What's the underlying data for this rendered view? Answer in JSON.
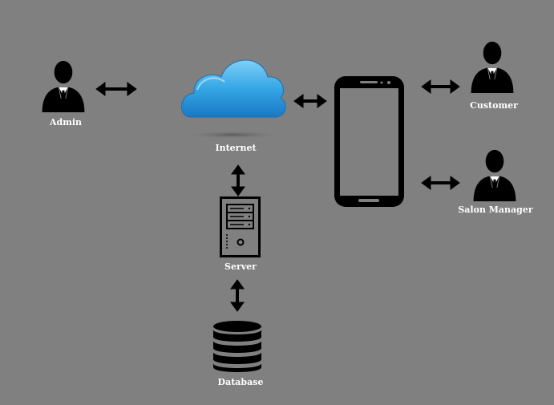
{
  "nodes": {
    "admin": {
      "label": "Admin",
      "icon": "person-icon"
    },
    "internet": {
      "label": "Internet",
      "icon": "cloud-icon"
    },
    "server": {
      "label": "Server",
      "icon": "server-icon"
    },
    "database": {
      "label": "Database",
      "icon": "database-icon"
    },
    "mobile": {
      "label": "",
      "icon": "smartphone-icon"
    },
    "customer": {
      "label": "Customer",
      "icon": "person-icon"
    },
    "salon_manager": {
      "label": "Salon Manager",
      "icon": "person-icon"
    }
  },
  "edges": [
    {
      "from": "admin",
      "to": "internet",
      "direction": "bidirectional"
    },
    {
      "from": "internet",
      "to": "mobile",
      "direction": "bidirectional"
    },
    {
      "from": "mobile",
      "to": "customer",
      "direction": "bidirectional"
    },
    {
      "from": "mobile",
      "to": "salon_manager",
      "direction": "bidirectional"
    },
    {
      "from": "internet",
      "to": "server",
      "direction": "bidirectional"
    },
    {
      "from": "server",
      "to": "database",
      "direction": "bidirectional"
    }
  ],
  "colors": {
    "background": "#808080",
    "cloud": "#2f9fe0",
    "icon": "#000000",
    "label": "#ffffff"
  }
}
